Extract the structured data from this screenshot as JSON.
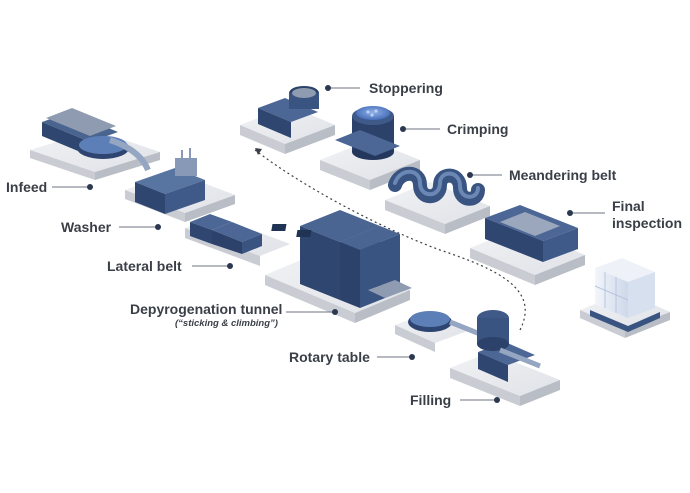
{
  "diagram": {
    "stations": [
      {
        "id": "infeed",
        "label": "Infeed"
      },
      {
        "id": "washer",
        "label": "Washer"
      },
      {
        "id": "lateral-belt",
        "label": "Lateral belt"
      },
      {
        "id": "depyrogenation-tunnel",
        "label": "Depyrogenation tunnel",
        "note": "(“sticking & climbing”)"
      },
      {
        "id": "rotary-table",
        "label": "Rotary table"
      },
      {
        "id": "filling",
        "label": "Filling"
      },
      {
        "id": "stoppering",
        "label": "Stoppering"
      },
      {
        "id": "crimping",
        "label": "Crimping"
      },
      {
        "id": "meandering-belt",
        "label": "Meandering belt"
      },
      {
        "id": "final-inspection",
        "label_line1": "Final",
        "label_line2": "inspection"
      }
    ],
    "colors": {
      "machine": "#3d5a87",
      "machine_dark": "#2b4066",
      "machine_light": "#6b88b5",
      "platform_top": "#e6e8ec",
      "platform_side": "#c9ccd3",
      "leader": "#6d7380",
      "dot": "#2b3850",
      "text": "#3a3f47",
      "accent_blue": "#4b78d6"
    }
  }
}
